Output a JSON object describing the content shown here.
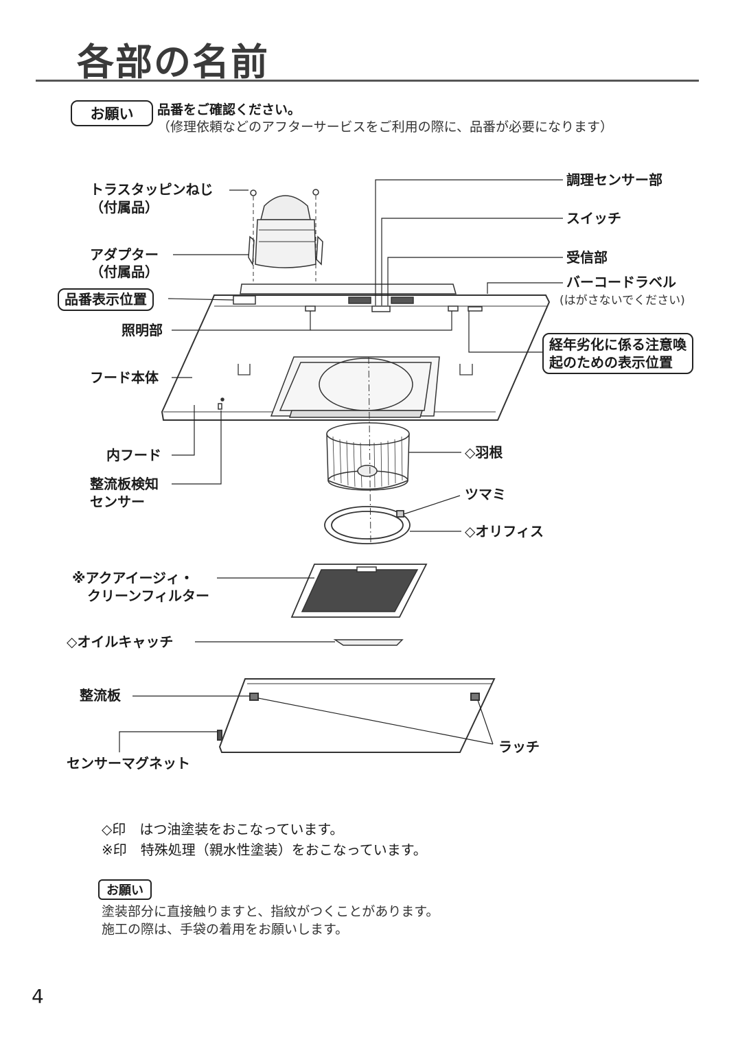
{
  "page": {
    "title": "各部の名前",
    "page_number": "4"
  },
  "request_top": {
    "badge": "お願い",
    "heading": "品番をご確認ください。",
    "sub": "（修理依頼などのアフターサービスをご利用の際に、品番が必要になります）"
  },
  "labels": {
    "screw_1": "トラスタッピンねじ",
    "screw_2": "（付属品）",
    "adapter_1": "アダプター",
    "adapter_2": "（付属品）",
    "model_position": "品番表示位置",
    "lighting": "照明部",
    "hood_body": "フード本体",
    "inner_hood": "内フード",
    "sensor_1": "整流板検知",
    "sensor_2": "センサー",
    "cooking_sensor": "調理センサー部",
    "switch": "スイッチ",
    "receiver": "受信部",
    "barcode": "バーコードラベル",
    "barcode_note": "(はがさないでください)",
    "aging_1": "経年劣化に係る注意喚",
    "aging_2": "起のための表示位置",
    "fan": "◇羽根",
    "knob": "ツマミ",
    "orifice": "◇オリフィス",
    "filter_1": "※アクアイージィ・",
    "filter_2": "クリーンフィルター",
    "oil_catch": "◇オイルキャッチ",
    "baffle": "整流板",
    "latch": "ラッチ",
    "magnet": "センサーマグネット"
  },
  "notes": {
    "line1": "◇印　はつ油塗装をおこなっています。",
    "line2": "※印　特殊処理（親水性塗装）をおこなっています。"
  },
  "request_bottom": {
    "badge": "お願い",
    "line1": "塗装部分に直接触りますと、指紋がつくことがあります。",
    "line2": "施工の際は、手袋の着用をお願いします。"
  }
}
